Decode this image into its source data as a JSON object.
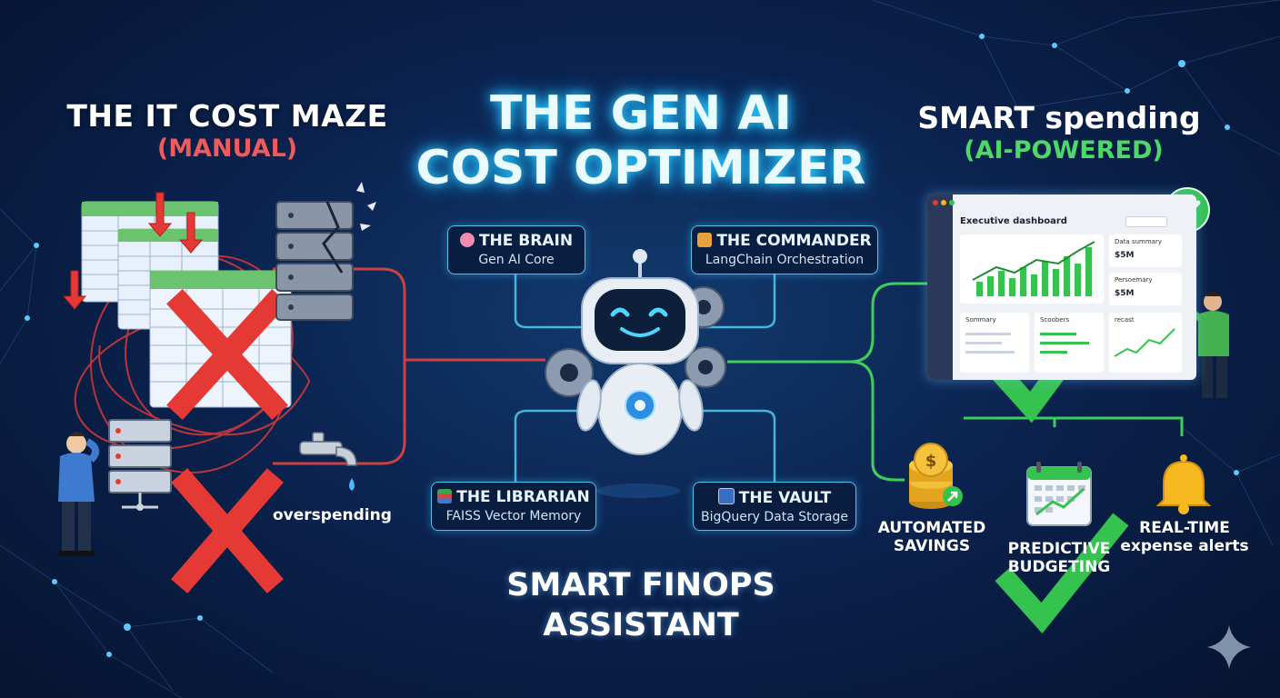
{
  "left": {
    "title": "THE IT COST MAZE",
    "subtitle": "(MANUAL)",
    "overspending_label": "overspending"
  },
  "center": {
    "title_line1": "THE GEN AI",
    "title_line2": "COST OPTIMIZER",
    "cards": {
      "brain": {
        "title": "THE BRAIN",
        "subtitle": "Gen AI Core",
        "icon": "brain-icon"
      },
      "commander": {
        "title": "THE COMMANDER",
        "subtitle": "LangChain Orchestration",
        "icon": "clipboard-icon"
      },
      "librarian": {
        "title": "THE LIBRARIAN",
        "subtitle": "FAISS Vector Memory",
        "icon": "books-icon"
      },
      "vault": {
        "title": "THE VAULT",
        "subtitle": "BigQuery Data Storage",
        "icon": "floppy-disk-icon"
      }
    },
    "bottom_line1": "SMART FINOPS",
    "bottom_line2": "ASSISTANT"
  },
  "right": {
    "title": "SMART spending",
    "subtitle": "(AI-POWERED)",
    "dashboard": {
      "title": "Executive dashboard",
      "panel1_label": "Data summary",
      "panel1_value": "$5M",
      "panel2_label": "Persoemary",
      "panel2_value": "$5M",
      "summary_label": "Sommary",
      "scoobers_label": "Scoobers",
      "forecast_label": "recast"
    },
    "benefits": {
      "savings_line1": "AUTOMATED",
      "savings_line2": "SAVINGS",
      "budget_line1": "PREDICTIVE",
      "budget_line2": "BUDGETING",
      "alerts_line1": "REAL-TIME",
      "alerts_line2": "expense alerts"
    }
  },
  "colors": {
    "accent_cyan": "#4fc3e8",
    "manual_red": "#e53935",
    "ai_green": "#3ecf5a",
    "background": "#0b2350"
  }
}
